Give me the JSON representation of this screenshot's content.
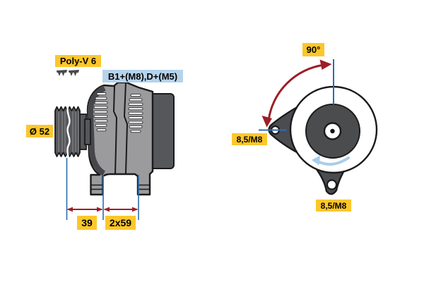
{
  "diagram": {
    "type": "alternator-technical-drawing",
    "labels": {
      "belt_type": "Poly-V 6",
      "terminals": "B1+(M8),D+(M5)",
      "pulley_diameter": "Ø 52",
      "dim_pulley_offset": "39",
      "dim_foot_spacing": "2x59",
      "mounting_angle": "90°",
      "mounting_hole_left": "8,5/M8",
      "mounting_hole_bottom": "8,5/M8"
    },
    "icons": {
      "belt_profile": "ribbed-belt-icon"
    },
    "colors": {
      "label_yellow": "#fcc72b",
      "label_blue": "#b5d3ea",
      "dimension_red": "#9e1e28",
      "dimension_blue": "#2e6cae",
      "rotation_arrow_blue": "#a9cdec",
      "body_gray": "#9b9b9d",
      "dark_gray": "#56575a",
      "outline_black": "#1b1b1b",
      "background": "#ffffff"
    }
  }
}
